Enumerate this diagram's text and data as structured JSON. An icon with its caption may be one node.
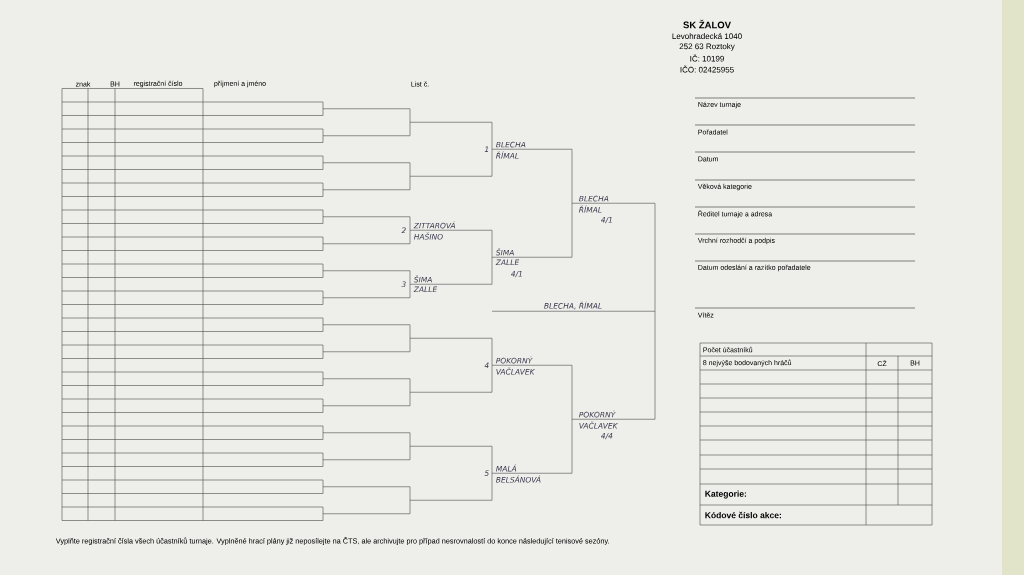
{
  "diagram": {
    "labels": [
      "SK ŽALOV",
      "Levohradecká 1040",
      "252 63 Roztoky",
      "IČ: 10199",
      "IČO: 02425955",
      "znak",
      "BH",
      "registrační číslo",
      "příjmení a jméno",
      "List č.",
      "Název turnaje",
      "Pořadatel",
      "Datum",
      "Věková kategorie",
      "Ředitel turnaje a adresa",
      "Vrchní rozhodčí a podpis",
      "Datum odeslání a razítko pořadatele",
      "Vítěz",
      "Počet účastníků",
      "8 nejvýše bodovaných hráčů",
      "CŽ",
      "BH",
      "Kategorie:",
      "Kódové číslo akce:",
      "1",
      "BLECHA",
      "ŘÍMAL",
      "BLECHA",
      "ŘÍMAL",
      "4/1",
      "2",
      "ZITTAROVÁ",
      "HAŠINO",
      "ŠIMA",
      "ZALLE",
      "4/1",
      "3",
      "ŠIMA",
      "ZALLE",
      "BLECHA, ŘÍMAL",
      "4",
      "POKORNÝ",
      "VAČLAVEK",
      "POKORNÝ",
      "VAČLAVEK",
      "4/4",
      "5",
      "MALÁ",
      "BELSÁNOVÁ",
      "Vyplňte registrační čísla všech účastníků turnaje. Vyplněné hrací plány již neposílejte na ČTS, ale archivujte pro případ nesrovnalostí do konce následující tenisové sezóny."
    ]
  }
}
